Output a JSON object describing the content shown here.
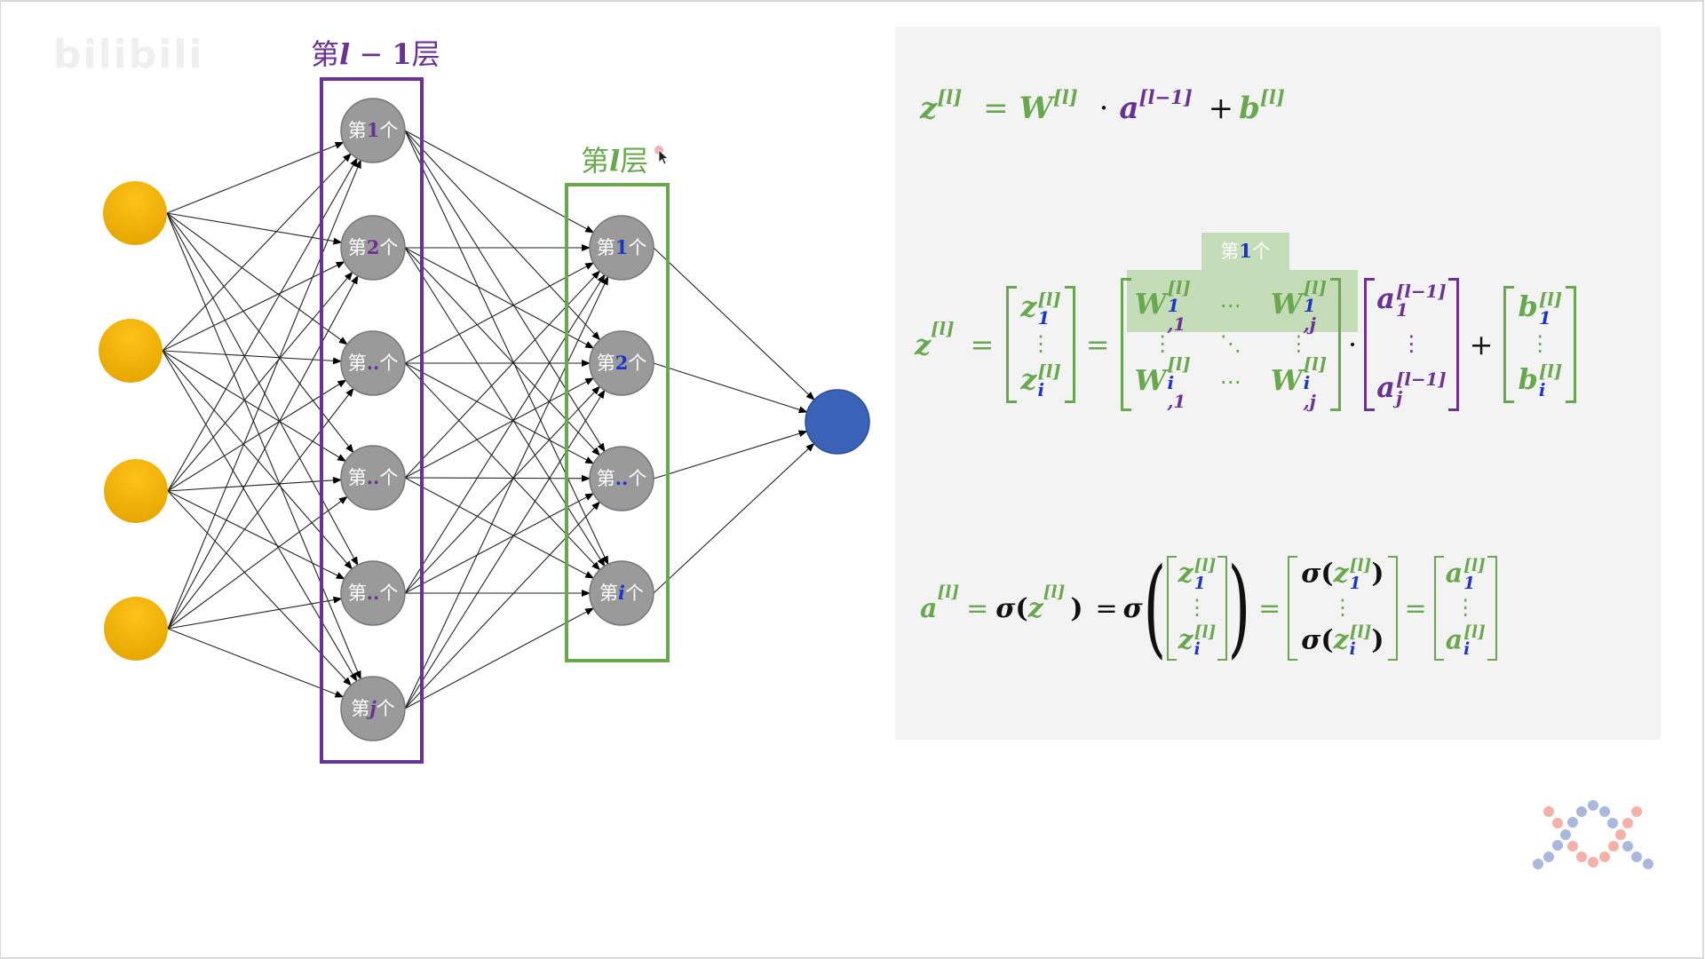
{
  "watermark": "bilibili",
  "layers": {
    "prev_title": {
      "prefix": "第",
      "var": "l",
      "rest": " − ",
      "num": "1",
      "suffix": "层",
      "color": "#6a3293"
    },
    "cur_title": {
      "prefix": "第",
      "var": "l",
      "suffix": "层",
      "color": "#6aa84f"
    }
  },
  "network": {
    "input_nodes": {
      "count": 4,
      "color": "#ffc000"
    },
    "prev_layer_nodes": [
      {
        "prefix": "第",
        "index": "1",
        "suffix": "个",
        "italic": false
      },
      {
        "prefix": "第",
        "index": "2",
        "suffix": "个",
        "italic": false
      },
      {
        "prefix": "第",
        "index": "..",
        "suffix": "个",
        "italic": false
      },
      {
        "prefix": "第",
        "index": "..",
        "suffix": "个",
        "italic": false
      },
      {
        "prefix": "第",
        "index": "..",
        "suffix": "个",
        "italic": false
      },
      {
        "prefix": "第",
        "index": "j",
        "suffix": "个",
        "italic": true
      }
    ],
    "cur_layer_nodes": [
      {
        "prefix": "第",
        "index": "1",
        "suffix": "个",
        "italic": false
      },
      {
        "prefix": "第",
        "index": "2",
        "suffix": "个",
        "italic": false
      },
      {
        "prefix": "第",
        "index": "..",
        "suffix": "个",
        "italic": false
      },
      {
        "prefix": "第",
        "index": "i",
        "suffix": "个",
        "italic": true
      }
    ],
    "output_nodes": {
      "count": 1,
      "color": "#3a63b8"
    },
    "node_color": "#9a9a9a",
    "prev_index_color": "#6a3293",
    "cur_index_color": "#1a35c8",
    "prev_box_color": "#6a3293",
    "cur_box_color": "#6aa84f"
  },
  "formulas": {
    "eq1": {
      "lhs": "z",
      "lhs_sup": "[l]",
      "eq": "=",
      "W": "W",
      "W_sup": "[l]",
      "dot": "·",
      "a": "a",
      "a_sup": "[l−1]",
      "plus": "+",
      "b": "b",
      "b_sup": "[l]"
    },
    "eq2": {
      "lhs": "z",
      "lhs_sup": "[l]",
      "eq": "=",
      "z_vec": {
        "sym": "z",
        "sup": "[l]",
        "top_sub": "1",
        "bot_sub": "i",
        "vdots": "⋮"
      },
      "W_mat": {
        "sym": "W",
        "sup": "[l]",
        "row1": [
          {
            "sub_a": "1",
            "sub_b": ",1"
          },
          {
            "sub_a": "1",
            "sub_b": ",j"
          }
        ],
        "row2": [
          {
            "sub_a": "i",
            "sub_b": ",1"
          },
          {
            "sub_a": "i",
            "sub_b": ",j"
          }
        ],
        "hdots": "⋯",
        "ddots": "⋱",
        "vdots": "⋮"
      },
      "dot": "·",
      "a_vec": {
        "sym": "a",
        "sup": "[l−1]",
        "top_sub": "1",
        "bot_sub": "j",
        "vdots": "⋮"
      },
      "plus": "+",
      "b_vec": {
        "sym": "b",
        "sup": "[l]",
        "top_sub": "1",
        "bot_sub": "i",
        "vdots": "⋮"
      },
      "highlight_label": {
        "prefix": "第",
        "index": "1",
        "suffix": "个"
      }
    },
    "eq3": {
      "a": "a",
      "a_sup": "[l]",
      "eq": "=",
      "sigma": "σ",
      "lp": "(",
      "z": "z",
      "z_sup": "[l]",
      "rp": ")",
      "vec_sup": "[l]",
      "top_sub": "1",
      "bot_sub": "i",
      "vdots": "⋮"
    }
  },
  "colors": {
    "green": "#6aa84f",
    "purple": "#6a3293",
    "blue": "#1a35c8",
    "panel_bg": "#f3f3f3",
    "highlight": "#c5dcb8"
  }
}
